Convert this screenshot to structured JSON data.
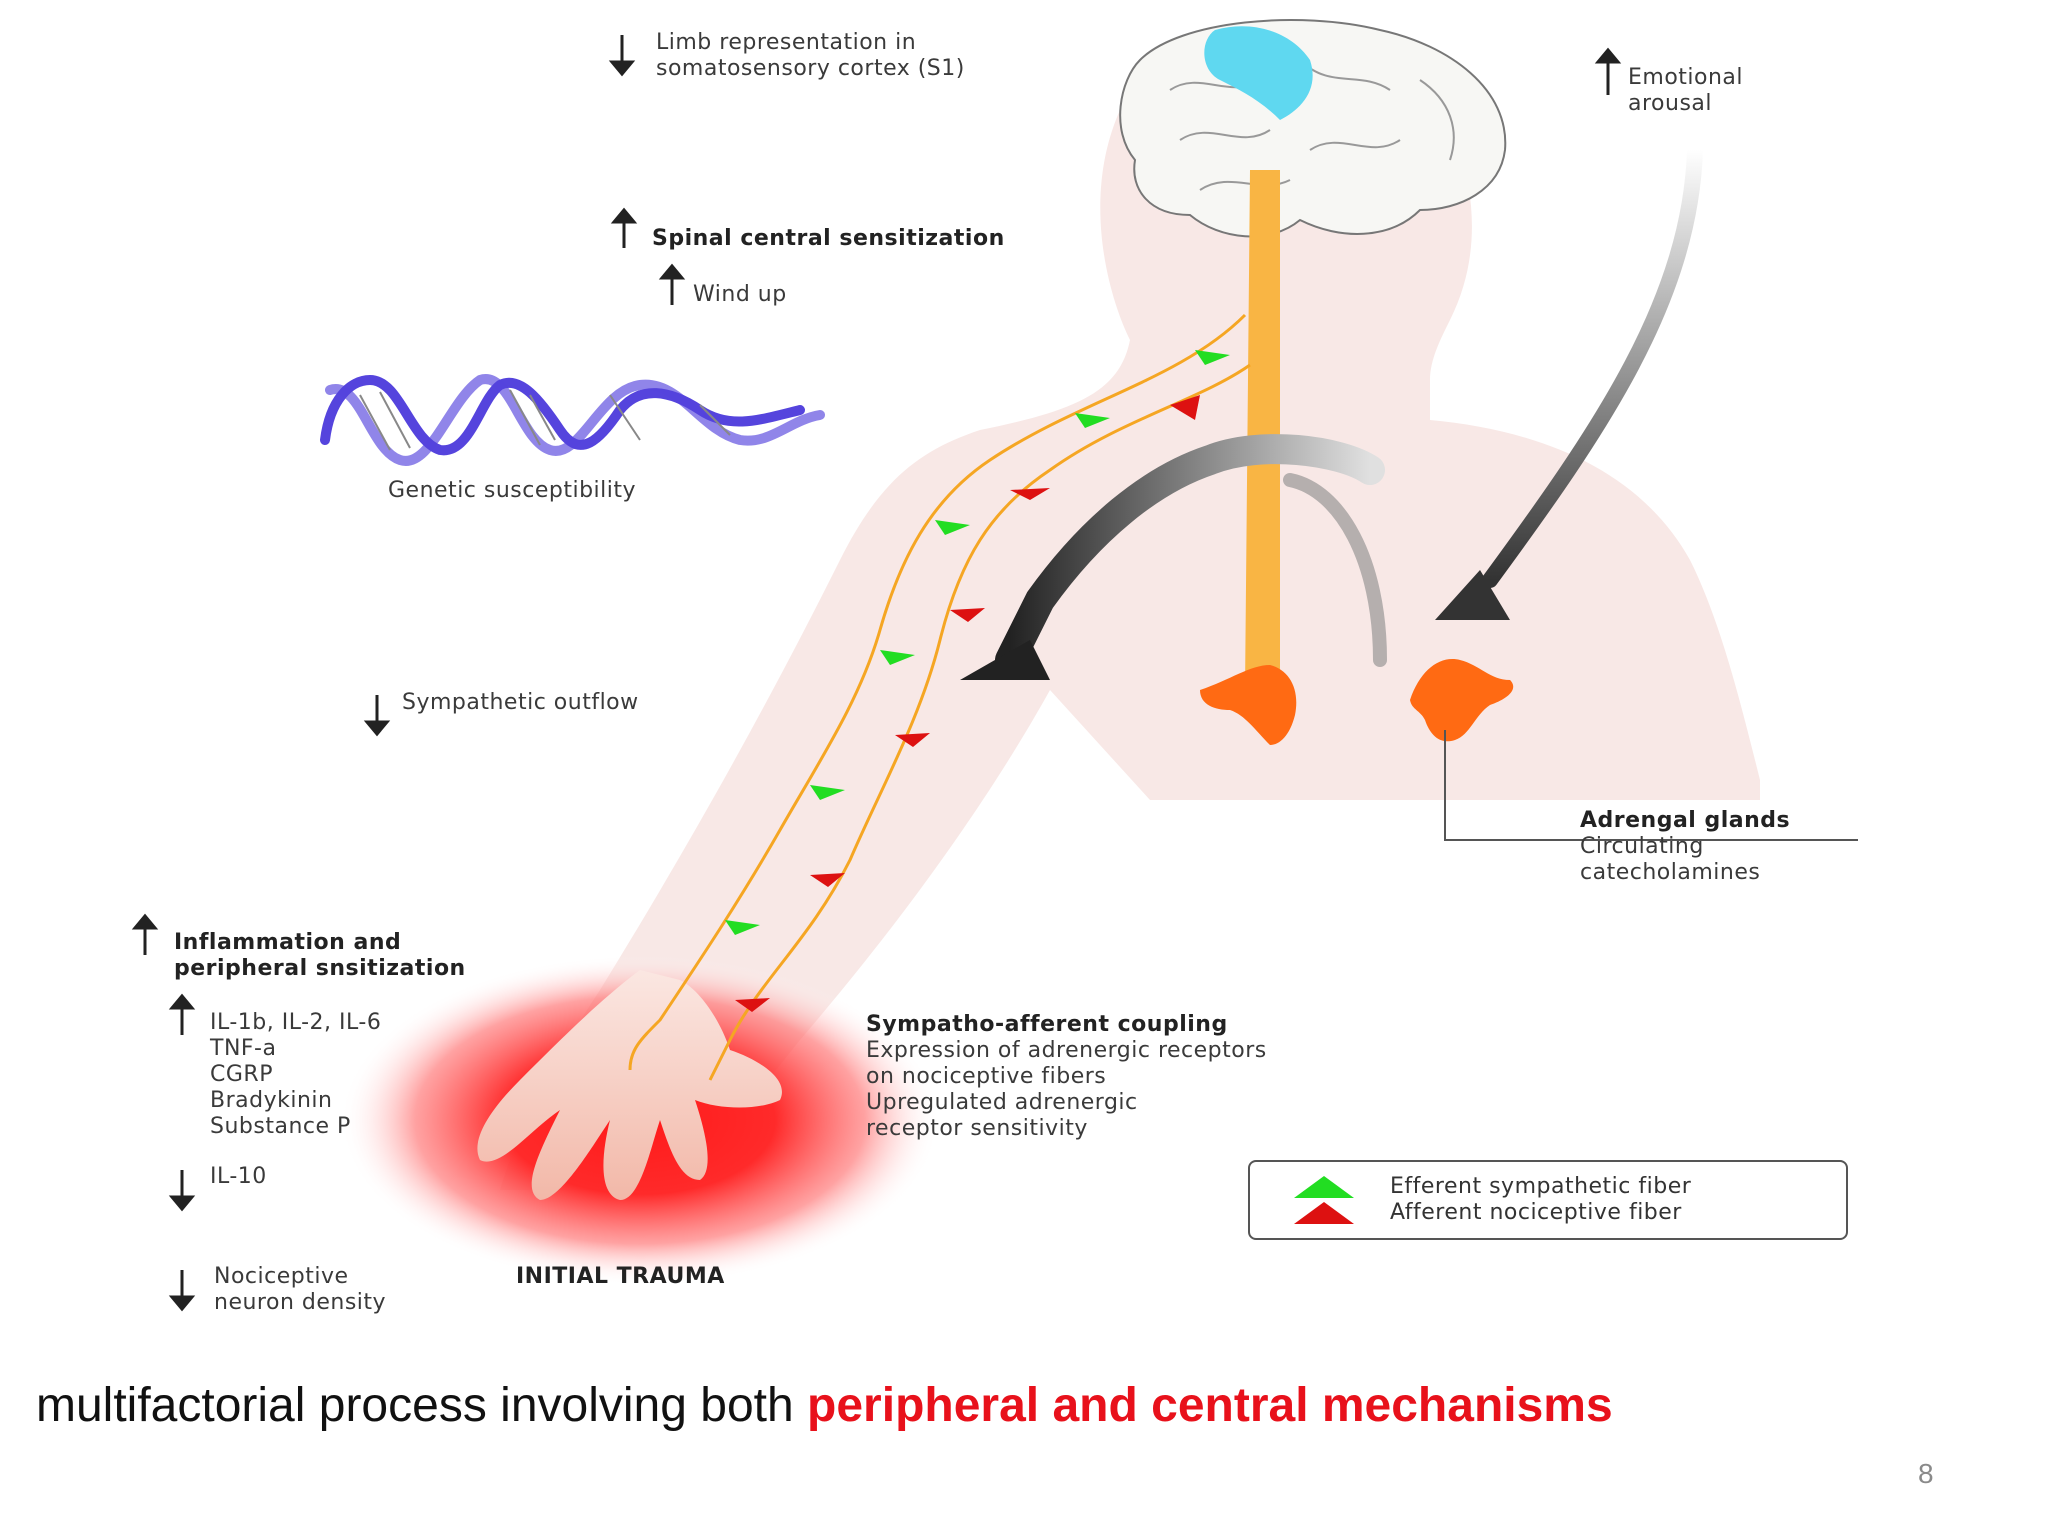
{
  "labels": {
    "limb_rep_line1": "Limb representation in",
    "limb_rep_line2": "somatosensory cortex (S1)",
    "emotional_line1": "Emotional",
    "emotional_line2": "arousal",
    "spinal": "Spinal central sensitization",
    "windup": "Wind up",
    "genetic": "Genetic susceptibility",
    "sympathetic_outflow": "Sympathetic outflow",
    "adrenal_title": "Adrengal glands",
    "adrenal_line1": "Circulating",
    "adrenal_line2": "catecholamines",
    "inflammation_line1": "Inflammation and",
    "inflammation_line2": "peripheral snsitization",
    "cytokines": [
      "IL-1b, IL-2, IL-6",
      "TNF-a",
      "CGRP",
      "Bradykinin",
      "Substance P"
    ],
    "il10": "IL-10",
    "nociceptive_line1": "Nociceptive",
    "nociceptive_line2": "neuron density",
    "initial_trauma": "INITIAL TRAUMA",
    "coupling_title": "Sympatho-afferent coupling",
    "coupling_lines": [
      "Expression of adrenergic receptors",
      "on nociceptive fibers",
      "Upregulated adrenergic",
      "receptor sensitivity"
    ]
  },
  "legend": {
    "efferent": "Efferent sympathetic fiber",
    "afferent": "Afferent nociceptive fiber",
    "efferent_color": "#22dd22",
    "afferent_color": "#dd1111"
  },
  "caption": {
    "prefix": "multifactorial process involving both ",
    "highlight": "peripheral and central mechanisms"
  },
  "page_number": "8",
  "colors": {
    "spinal_cord": "#f9b544",
    "gland": "#ff6a13",
    "brain_highlight": "#5fd8f0",
    "dna": "#5544dd",
    "trauma": "#ff2020",
    "caption_highlight": "#e8111b"
  }
}
